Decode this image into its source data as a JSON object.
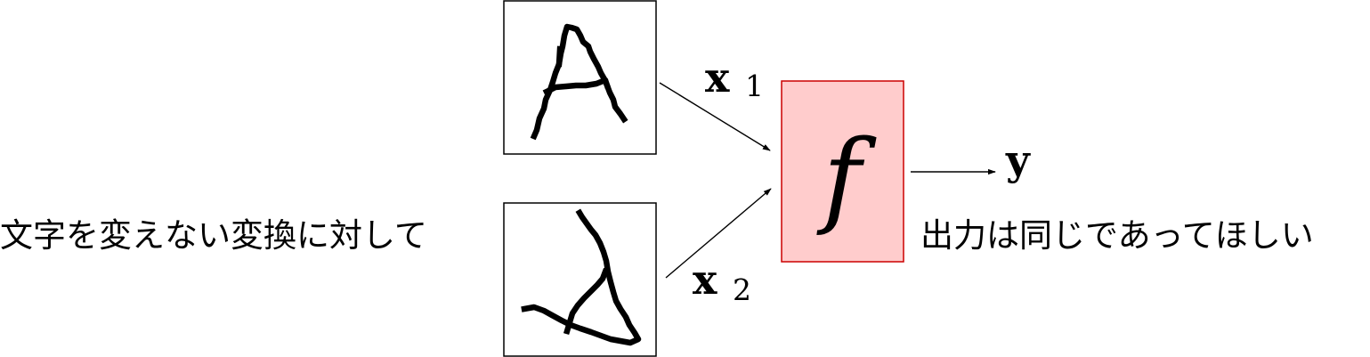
{
  "left_caption": "文字を変えない変換に対して",
  "right_caption": "出力は同じであってほしい",
  "input_1": {
    "symbol": "x",
    "subscript": "1",
    "image_content": "A"
  },
  "input_2": {
    "symbol": "x",
    "subscript": "2",
    "image_content": "A (rotated)"
  },
  "function_label": "f",
  "output_label": "y",
  "colors": {
    "function_fill": "#ffcccc",
    "function_border": "#cc0000",
    "line": "#000000"
  }
}
